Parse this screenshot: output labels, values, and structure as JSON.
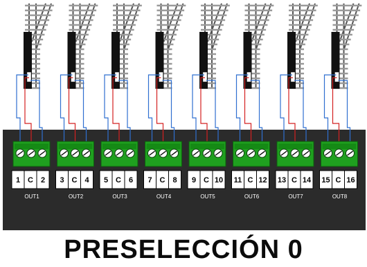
{
  "caption": "PRESELECCIÓN 0",
  "outputs": [
    {
      "name": "OUT1",
      "pins": [
        "1",
        "C",
        "2"
      ]
    },
    {
      "name": "OUT2",
      "pins": [
        "3",
        "C",
        "4"
      ]
    },
    {
      "name": "OUT3",
      "pins": [
        "5",
        "C",
        "6"
      ]
    },
    {
      "name": "OUT4",
      "pins": [
        "7",
        "C",
        "8"
      ]
    },
    {
      "name": "OUT5",
      "pins": [
        "9",
        "C",
        "10"
      ]
    },
    {
      "name": "OUT6",
      "pins": [
        "11",
        "C",
        "12"
      ]
    },
    {
      "name": "OUT7",
      "pins": [
        "13",
        "C",
        "14"
      ]
    },
    {
      "name": "OUT8",
      "pins": [
        "15",
        "C",
        "16"
      ]
    }
  ],
  "colors": {
    "board": "#2b2b2b",
    "terminal_block": "#1fa01f",
    "wire_red": "#d42020",
    "wire_blue": "#2f6fd0",
    "pin_label_bg": "#ffffff"
  },
  "icons": {
    "turnout": "railroad-turnout-icon",
    "screw": "screw-terminal-icon",
    "motor": "point-motor-icon"
  }
}
